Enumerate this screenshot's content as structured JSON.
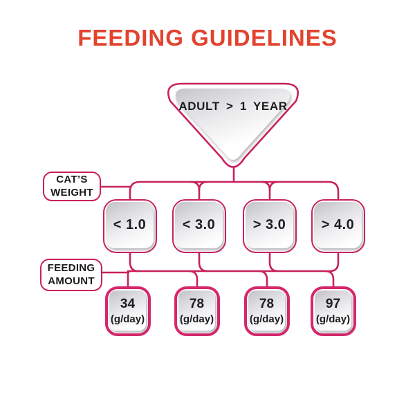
{
  "title": {
    "text": "FEEDING GUIDELINES"
  },
  "root": {
    "label": "ADULT > 1 YEAR"
  },
  "rows": [
    {
      "line1": "CAT’S",
      "line2": "WEIGHT"
    },
    {
      "line1": "FEEDING",
      "line2": "AMOUNT"
    }
  ],
  "columns": [
    {
      "weight": "< 1.0",
      "amount": "34",
      "unit": "(g/day)"
    },
    {
      "weight": "< 3.0",
      "amount": "78",
      "unit": "(g/day)"
    },
    {
      "weight": "> 3.0",
      "amount": "78",
      "unit": "(g/day)"
    },
    {
      "weight": "> 4.0",
      "amount": "97",
      "unit": "(g/day)"
    }
  ],
  "colors": {
    "title_red": "#E2432E",
    "line_pink": "#C8215E",
    "amount_border_pink": "#D6276B",
    "node_text": "#1D1D1F",
    "sheet_silver": "#C2C2C6"
  }
}
